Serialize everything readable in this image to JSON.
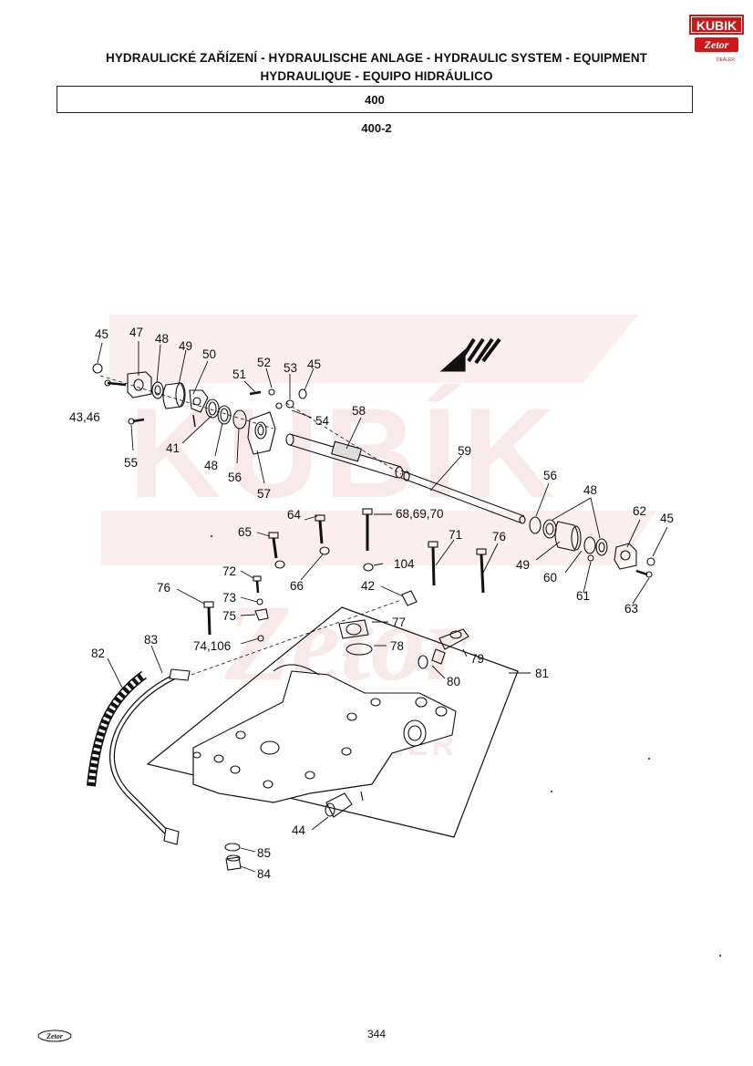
{
  "header": {
    "title_line1": "HYDRAULICKÉ ZAŘÍZENÍ - HYDRAULISCHE ANLAGE - HYDRAULIC SYSTEM - EQUIPMENT",
    "title_line2": "HYDRAULIQUE - EQUIPO HIDRÁULICO",
    "section": "400",
    "subsection": "400-2"
  },
  "logos": {
    "dealer_logo_top": "KUBIK",
    "dealer_logo_sub": "Zetor",
    "dealer_tag": "DEALER",
    "footer_logo": "Zetor"
  },
  "watermark": {
    "brand": "KUBÍK",
    "sub": "Zetor",
    "tag": "DEALER"
  },
  "footer": {
    "page_number": "344"
  },
  "callouts": {
    "c45a": "45",
    "c47": "47",
    "c48a": "48",
    "c49a": "49",
    "c50": "50",
    "c52": "52",
    "c53": "53",
    "c45b": "45",
    "c51": "51",
    "c4346": "43,46",
    "c54": "54",
    "c58": "58",
    "c41": "41",
    "c55": "55",
    "c48b": "48",
    "c56a": "56",
    "c57": "57",
    "c59": "59",
    "c56b": "56",
    "c48c": "48",
    "c62": "62",
    "c45c": "45",
    "c64": "64",
    "c686970": "68,69,70",
    "c65": "65",
    "c71": "71",
    "c76a": "76",
    "c49b": "49",
    "c60": "60",
    "c104": "104",
    "c66": "66",
    "c61": "61",
    "c63": "63",
    "c72": "72",
    "c42": "42",
    "c76b": "76",
    "c73": "73",
    "c75": "75",
    "c77": "77",
    "c74106": "74,106",
    "c78": "78",
    "c82": "82",
    "c83": "83",
    "c79": "79",
    "c81": "81",
    "c80": "80",
    "c44": "44",
    "c85": "85",
    "c84": "84"
  },
  "colors": {
    "ink": "#111111",
    "brand_red": "#d01818",
    "watermark": "#f5dede"
  }
}
